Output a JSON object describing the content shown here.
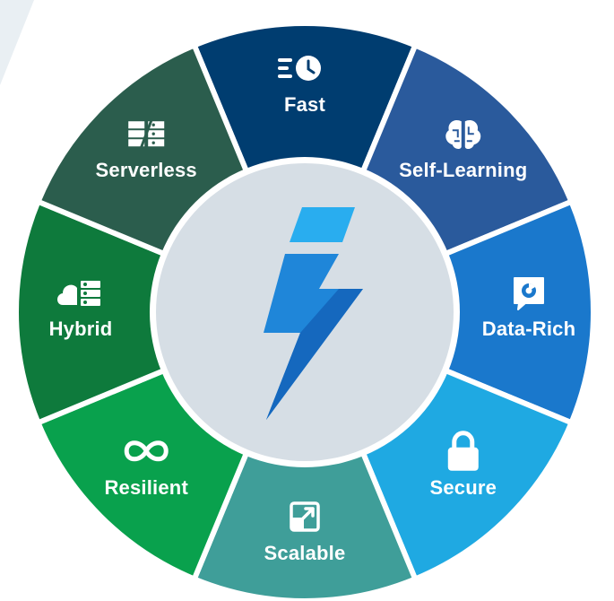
{
  "diagram": {
    "center_logo": "lightning-bolt-logo",
    "segments": [
      {
        "label": "Fast",
        "icon": "speed-clock-icon",
        "color": "#003d70"
      },
      {
        "label": "Self-Learning",
        "icon": "brain-icon",
        "color": "#2a5a9c"
      },
      {
        "label": "Data-Rich",
        "icon": "chart-bubble-icon",
        "color": "#1a78cc"
      },
      {
        "label": "Secure",
        "icon": "lock-icon",
        "color": "#1fa9e2"
      },
      {
        "label": "Scalable",
        "icon": "expand-arrow-icon",
        "color": "#3f9e99"
      },
      {
        "label": "Resilient",
        "icon": "infinity-icon",
        "color": "#09a14d"
      },
      {
        "label": "Hybrid",
        "icon": "cloud-server-icon",
        "color": "#0e7a3c"
      },
      {
        "label": "Serverless",
        "icon": "server-stack-icon",
        "color": "#2b5d4d"
      }
    ]
  }
}
